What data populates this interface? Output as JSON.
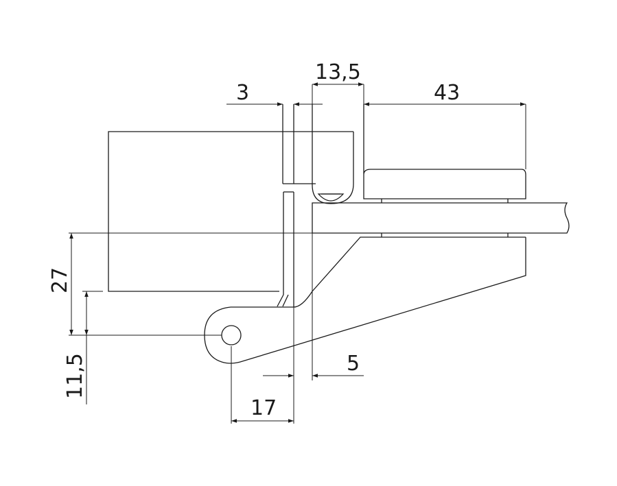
{
  "dimensions": {
    "d1": "3",
    "d2": "13,5",
    "d3": "43",
    "d4": "27",
    "d5": "11,5",
    "d6": "5",
    "d7": "17"
  },
  "colors": {
    "glass": "#d5e6ec",
    "line": "#1a1a1a",
    "background": "#ffffff"
  }
}
